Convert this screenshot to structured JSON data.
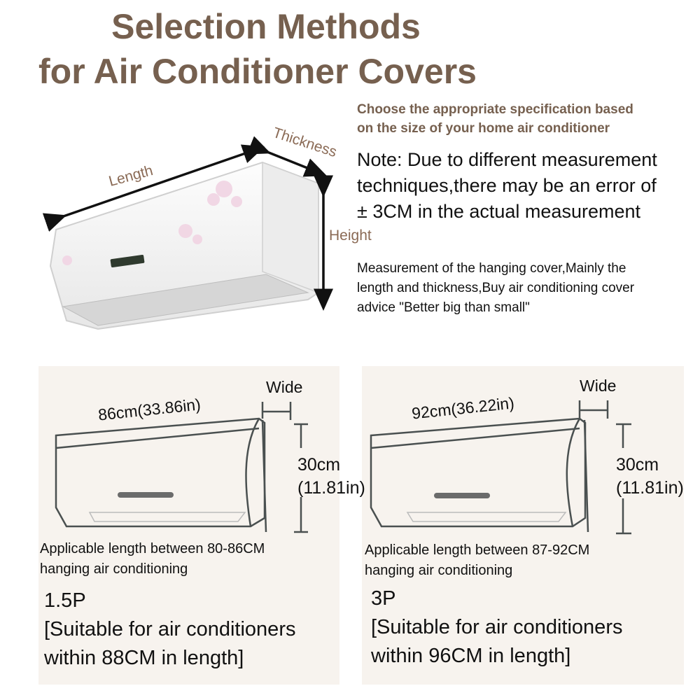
{
  "title": {
    "line1": "Selection Methods",
    "line2": "for Air Conditioner Covers"
  },
  "subtitle": {
    "line1": "Choose the appropriate specification based",
    "line2": "on the size of your home air conditioner"
  },
  "note": {
    "line1": "Note: Due to different measurement",
    "line2": "techniques,there may be an error of",
    "line3": "± 3CM in the actual measurement"
  },
  "measurement": {
    "line1": "Measurement of the hanging cover,Mainly the",
    "line2": "length and thickness,Buy air conditioning cover",
    "line3": "advice \"Better big than small\""
  },
  "diagram_labels": {
    "length": "Length",
    "thickness": "Thickness",
    "height": "Height"
  },
  "panels": [
    {
      "length_label": "86cm(33.86in)",
      "wide_label": "Wide",
      "height_line1": "30cm",
      "height_line2": "(11.81in)",
      "applicable_line1": "Applicable length between 80-86CM",
      "applicable_line2": "hanging air conditioning",
      "model": "1.5P",
      "suitable_line1": "[Suitable for air conditioners",
      "suitable_line2": "within 88CM in length]"
    },
    {
      "length_label": "92cm(36.22in)",
      "wide_label": "Wide",
      "height_line1": "30cm",
      "height_line2": "(11.81in)",
      "applicable_line1": "Applicable length between 87-92CM",
      "applicable_line2": "hanging air conditioning",
      "model": "3P",
      "suitable_line1": "[Suitable for air conditioners",
      "suitable_line2": "within 96CM in length]"
    }
  ],
  "colors": {
    "title": "#76604f",
    "label": "#8a6a55",
    "panel_bg": "#f7f3ee",
    "outline": "#4a5050"
  }
}
